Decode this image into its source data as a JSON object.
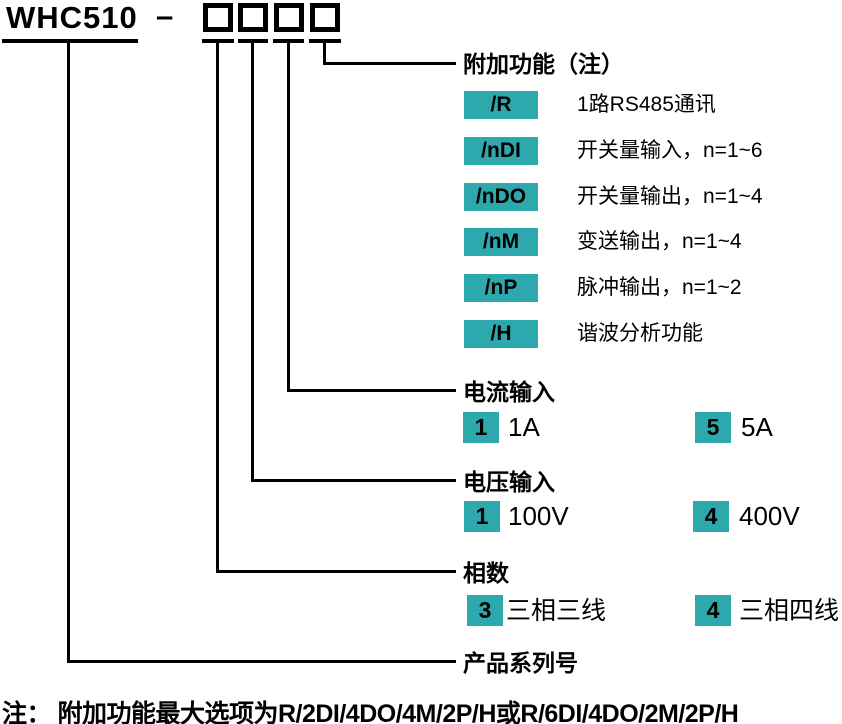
{
  "model": {
    "prefix": "WHC510",
    "separator": "–",
    "digit_box_count": 4
  },
  "colors": {
    "accent_teal": "#2DA8AD",
    "line_black": "#000000",
    "background": "#FFFFFF"
  },
  "sections": {
    "additional": {
      "title": "附加功能（注）",
      "options": [
        {
          "code": "/R",
          "desc": "1路RS485通讯"
        },
        {
          "code": "/nDI",
          "desc": "开关量输入，n=1~6"
        },
        {
          "code": "/nDO",
          "desc": "开关量输出，n=1~4"
        },
        {
          "code": "/nM",
          "desc": "变送输出，n=1~4"
        },
        {
          "code": "/nP",
          "desc": "脉冲输出，n=1~2"
        },
        {
          "code": "/H",
          "desc": "谐波分析功能"
        }
      ]
    },
    "current": {
      "title": "电流输入",
      "options": [
        {
          "code": "1",
          "desc": "1A"
        },
        {
          "code": "5",
          "desc": "5A"
        }
      ]
    },
    "voltage": {
      "title": "电压输入",
      "options": [
        {
          "code": "1",
          "desc": "100V"
        },
        {
          "code": "4",
          "desc": "400V"
        }
      ]
    },
    "phase": {
      "title": "相数",
      "options": [
        {
          "code": "3",
          "desc": "三相三线"
        },
        {
          "code": "4",
          "desc": "三相四线"
        }
      ]
    },
    "series": {
      "title": "产品系列号"
    }
  },
  "note": "注： 附加功能最大选项为R/2DI/4DO/4M/2P/H或R/6DI/4DO/2M/2P/H"
}
